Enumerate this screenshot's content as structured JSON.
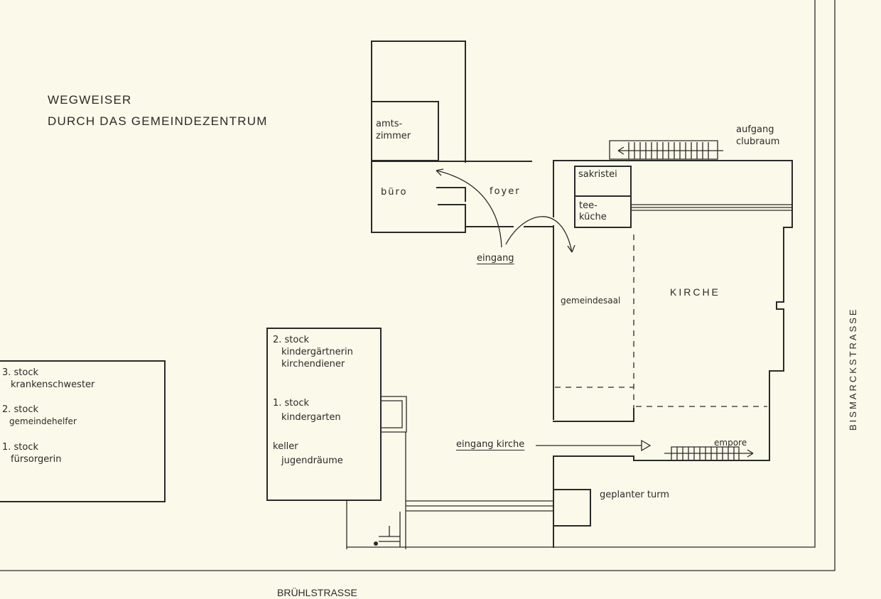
{
  "title_lines": [
    "WEGWEISER",
    "DURCH DAS GEMEINDEZENTRUM"
  ],
  "rooms": {
    "amtszimmer": [
      "amts-",
      "zimmer"
    ],
    "buero": "büro",
    "foyer": "foyer",
    "eingang": "eingang",
    "aufgang_clubraum": [
      "aufgang",
      "clubraum"
    ],
    "sakristei": "sakristei",
    "teekueche": [
      "tee-",
      "küche"
    ],
    "gemeindesaal": "gemeindesaal",
    "kirche": "KIRCHE",
    "eingang_kirche": "eingang  kirche",
    "empore": "empore",
    "geplanter_turm": "geplanter  turm"
  },
  "left_building": [
    {
      "floor": "3. stock",
      "use": "krankenschwester"
    },
    {
      "floor": "2. stock",
      "use": "gemeindehelfer"
    },
    {
      "floor": "1. stock",
      "use": "fürsorgerin"
    }
  ],
  "middle_building": [
    {
      "floor": "2. stock",
      "use": [
        "kindergärtnerin",
        "kirchendiener"
      ]
    },
    {
      "floor": "1. stock",
      "use": [
        "kindergarten"
      ]
    },
    {
      "floor": "keller",
      "use": [
        "jugendräume"
      ]
    }
  ],
  "streets": {
    "east": "BISMARCKSTRASSE",
    "south": "BRÜHLSTRASSE"
  }
}
